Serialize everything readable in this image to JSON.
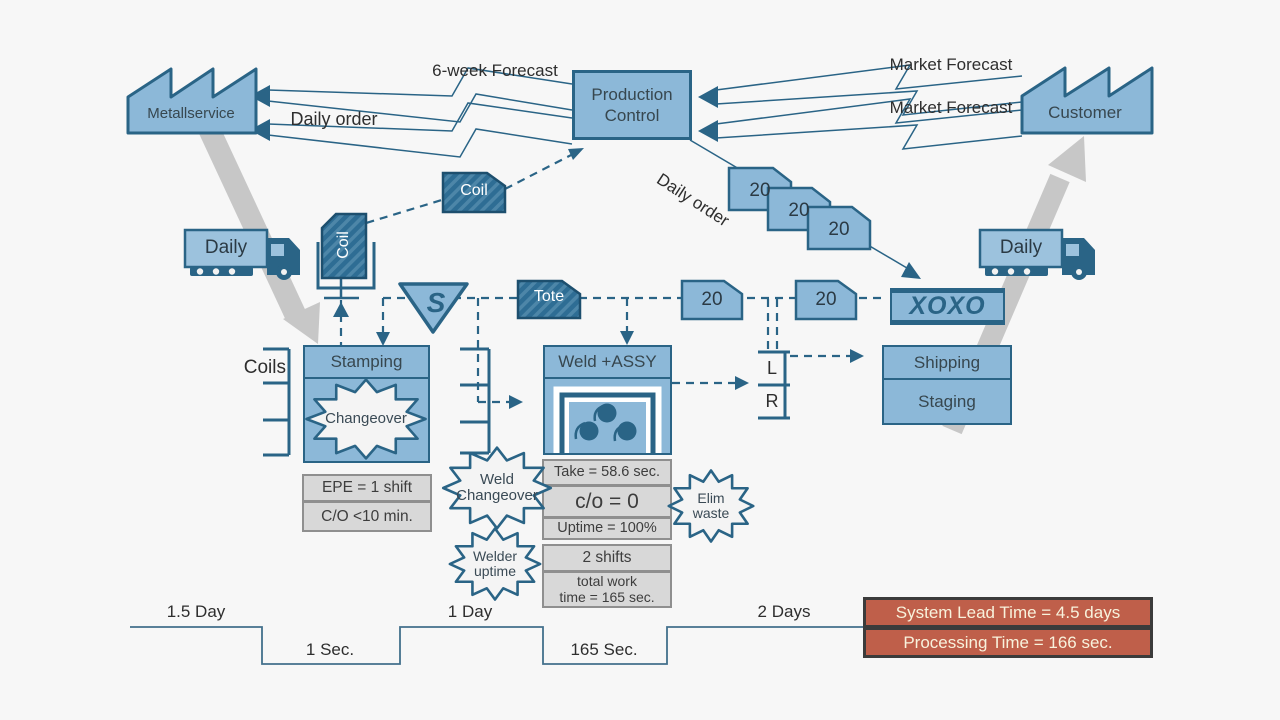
{
  "colors": {
    "fill_blue": "#8cb8d8",
    "stroke_blue": "#2a6486",
    "tag_blue": "#2e6d94",
    "gray_box_fill": "#d8d8d8",
    "red_box_fill": "#bf5f4a",
    "shipment_arrow_gray": "#c7c7c7",
    "background": "#f7f7f7"
  },
  "entities": {
    "supplier_label": "Metallservice",
    "customer_label": "Customer",
    "production_control_line1": "Production",
    "production_control_line2": "Control"
  },
  "info_labels": {
    "six_week_forecast": "6-week Forecast",
    "daily_order": "Daily order",
    "market_forecast_1": "Market Forecast",
    "market_forecast_2": "Market Forecast",
    "daily_order_rotated": "Daily order"
  },
  "trucks": {
    "left": "Daily",
    "right": "Daily"
  },
  "tags": {
    "coil_upright": "Coil",
    "coil_slanted": "Coil",
    "tote": "Tote"
  },
  "kanban": {
    "top": [
      "20",
      "20",
      "20"
    ],
    "mid": [
      "20",
      "20"
    ]
  },
  "labels": {
    "coils": "Coils",
    "supermarket_s": "S",
    "lane_l": "L",
    "lane_r": "R",
    "heijunka": "XOXO"
  },
  "processes": {
    "stamping": {
      "title": "Stamping",
      "burst": "Changeover"
    },
    "weld": {
      "title": "Weld +ASSY"
    },
    "shipping": {
      "row1": "Shipping",
      "row2": "Staging"
    }
  },
  "data_boxes": {
    "stamping": {
      "epe": "EPE = 1 shift",
      "co": "C/O <10 min."
    },
    "weld": {
      "takt": "Take = 58.6 sec.",
      "co": "c/o = 0",
      "uptime": "Uptime = 100%",
      "shifts": "2 shifts",
      "total_line1": "total work",
      "total_line2": "time = 165 sec."
    }
  },
  "bursts": {
    "weld_changeover_line1": "Weld",
    "weld_changeover_line2": "Changeover",
    "welder_uptime_line1": "Welder",
    "welder_uptime_line2": "uptime",
    "elim_waste_line1": "Elim",
    "elim_waste_line2": "waste"
  },
  "timeline": {
    "d1": "1.5 Day",
    "s1": "1 Sec.",
    "d2": "1 Day",
    "s2": "165 Sec.",
    "d3": "2 Days"
  },
  "summary": {
    "lead_time": "System Lead Time = 4.5 days",
    "processing_time": "Processing Time = 166 sec."
  }
}
